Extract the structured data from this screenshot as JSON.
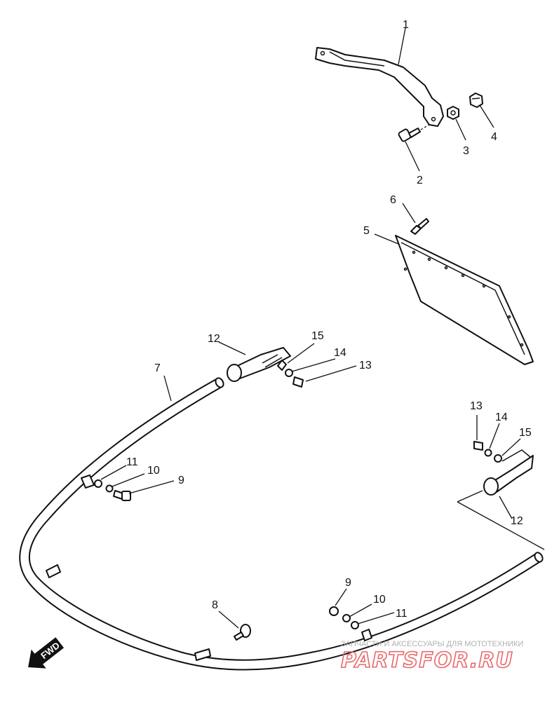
{
  "diagram": {
    "callouts": {
      "c1": "1",
      "c2": "2",
      "c3": "3",
      "c4": "4",
      "c5": "5",
      "c6": "6",
      "c7": "7",
      "c8": "8",
      "c9a": "9",
      "c10a": "10",
      "c11a": "11",
      "c9b": "9",
      "c10b": "10",
      "c11b": "11",
      "c12a": "12",
      "c13a": "13",
      "c14a": "14",
      "c15a": "15",
      "c12b": "12",
      "c13b": "13",
      "c14b": "14",
      "c15b": "15"
    },
    "fwd_label": "FWD"
  },
  "watermark": {
    "tagline": "ЗАПЧАСТИ И АКСЕССУАРЫ ДЛЯ МОТОТЕХНИКИ",
    "logo": "PARTSFOR.RU",
    "color": "#e8686a"
  }
}
